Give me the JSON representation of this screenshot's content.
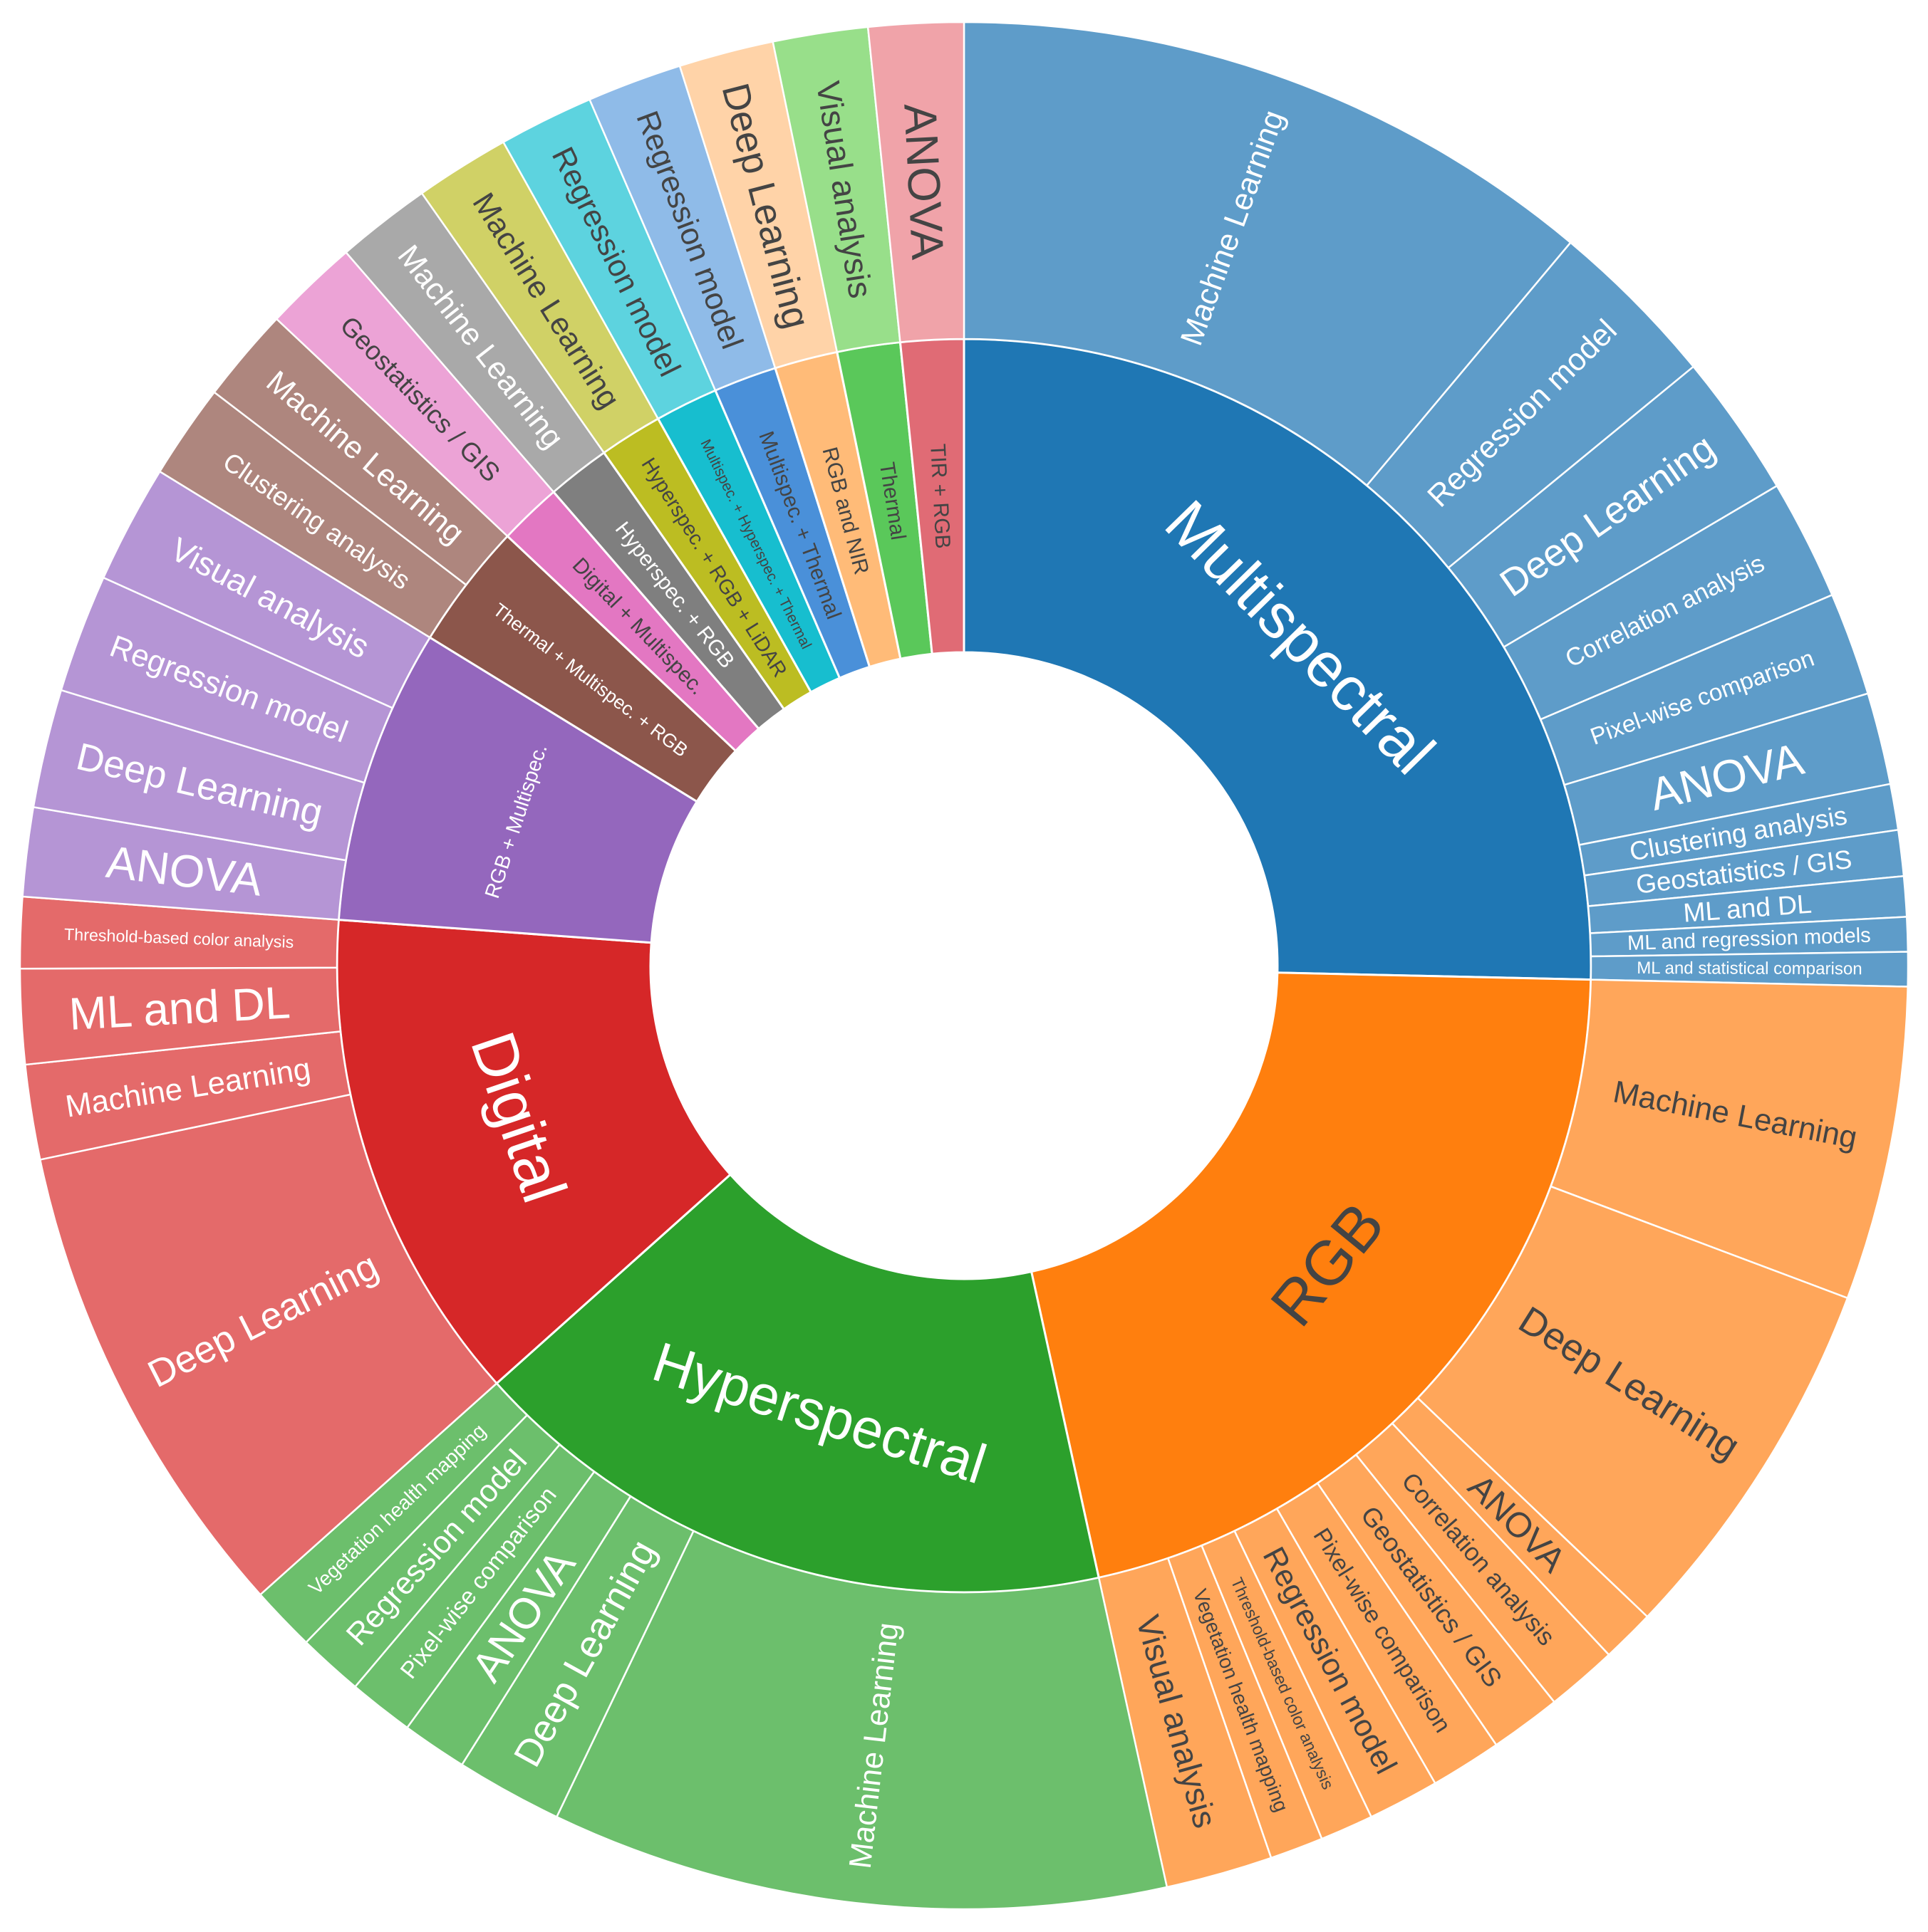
{
  "chart_data": {
    "type": "sunburst",
    "title": "",
    "sensors": [
      {
        "name": "Multispectral",
        "color": "#1f77b4",
        "leaf_color": "#5e9cc9",
        "text": "#ffffff",
        "value": 25.0,
        "children": [
          {
            "name": "Machine Learning",
            "value": 11.3
          },
          {
            "name": "Regression model",
            "value": 3.0
          },
          {
            "name": "Deep Learning",
            "value": 2.5
          },
          {
            "name": "Correlation analysis",
            "value": 2.1
          },
          {
            "name": "Pixel-wise comparison",
            "value": 1.8
          },
          {
            "name": "ANOVA",
            "value": 1.6
          },
          {
            "name": "Clustering analysis",
            "value": 0.8
          },
          {
            "name": "Geostatistics / GIS",
            "value": 0.8
          },
          {
            "name": "ML and DL",
            "value": 0.7
          },
          {
            "name": "ML and regression models",
            "value": 0.6
          },
          {
            "name": "ML and statistical comparison",
            "value": 0.6
          }
        ]
      },
      {
        "name": "RGB",
        "color": "#ff7f0e",
        "leaf_color": "#ffa65a",
        "text": "#444444",
        "value": 20.9,
        "children": [
          {
            "name": "Machine Learning",
            "value": 5.3
          },
          {
            "name": "Deep Learning",
            "value": 6.3
          },
          {
            "name": "ANOVA",
            "value": 0.9
          },
          {
            "name": "Correlation analysis",
            "value": 1.2
          },
          {
            "name": "Geostatistics / GIS",
            "value": 1.2
          },
          {
            "name": "Pixel-wise comparison",
            "value": 1.2
          },
          {
            "name": "Regression model",
            "value": 1.2
          },
          {
            "name": "Threshold-based color analysis",
            "value": 0.9
          },
          {
            "name": "Vegetation health mapping",
            "value": 0.9
          },
          {
            "name": "Visual analysis",
            "value": 1.8
          }
        ]
      },
      {
        "name": "Hyperspectral",
        "color": "#2ca02c",
        "leaf_color": "#6cbf6c",
        "text": "#ffffff",
        "value": 16.6,
        "children": [
          {
            "name": "Machine Learning",
            "value": 10.4
          },
          {
            "name": "Deep Learning",
            "value": 1.8
          },
          {
            "name": "ANOVA",
            "value": 1.1
          },
          {
            "name": "Pixel-wise comparison",
            "value": 1.1
          },
          {
            "name": "Regression model",
            "value": 1.1
          },
          {
            "name": "Vegetation health mapping",
            "value": 1.1
          }
        ]
      },
      {
        "name": "Digital",
        "color": "#d62728",
        "leaf_color": "#e46a6a",
        "text": "#ffffff",
        "value": 12.6,
        "children": [
          {
            "name": "Deep Learning",
            "value": 8.2
          },
          {
            "name": "Machine Learning",
            "value": 1.6
          },
          {
            "name": "ML and DL",
            "value": 1.6
          },
          {
            "name": "Threshold-based color analysis",
            "value": 1.2
          }
        ]
      },
      {
        "name": "RGB + Multispec.",
        "color": "#9467bd",
        "leaf_color": "#b595d5",
        "text": "#ffffff",
        "value": 7.5,
        "children": [
          {
            "name": "ANOVA",
            "value": 1.5
          },
          {
            "name": "Deep Learning",
            "value": 2.0
          },
          {
            "name": "Regression model",
            "value": 2.0
          },
          {
            "name": "Visual analysis",
            "value": 2.0
          }
        ]
      },
      {
        "name": "Thermal + Multispec. + RGB",
        "color": "#8c564b",
        "leaf_color": "#ae867e",
        "text": "#ffffff",
        "value": 3.2,
        "children": [
          {
            "name": "Clustering analysis",
            "value": 1.6
          },
          {
            "name": "Machine Learning",
            "value": 1.6
          }
        ]
      },
      {
        "name": "Digital + Multispec.",
        "color": "#e377c2",
        "leaf_color": "#eca3d6",
        "text": "#444444",
        "value": 1.6,
        "children": [
          {
            "name": "Geostatistics / GIS",
            "value": 1.6
          }
        ]
      },
      {
        "name": "Hyperspec. + RGB",
        "color": "#7f7f7f",
        "leaf_color": "#a9a9a9",
        "text": "#ffffff",
        "value": 1.6,
        "children": [
          {
            "name": "Machine Learning",
            "value": 1.6
          }
        ]
      },
      {
        "name": "Hyperspec. + RGB + LiDAR",
        "color": "#bcbd22",
        "leaf_color": "#d0d166",
        "text": "#444444",
        "value": 1.6,
        "children": [
          {
            "name": "Machine Learning",
            "value": 1.6
          }
        ]
      },
      {
        "name": "Multispec. + Hyperspec. + Thermal",
        "color": "#17becf",
        "leaf_color": "#5dd3df",
        "text": "#444444",
        "value": 1.6,
        "children": [
          {
            "name": "Regression model",
            "value": 1.6
          }
        ]
      },
      {
        "name": "Multispec. + Thermal",
        "color": "#4a90d9",
        "leaf_color": "#8fbbe8",
        "text": "#444444",
        "value": 1.6,
        "children": [
          {
            "name": "Regression model",
            "value": 1.6
          }
        ]
      },
      {
        "name": "RGB and NIR",
        "color": "#ffbb78",
        "leaf_color": "#ffd3a8",
        "text": "#444444",
        "value": 1.6,
        "children": [
          {
            "name": "Deep Learning",
            "value": 1.6
          }
        ]
      },
      {
        "name": "Thermal",
        "color": "#5ac85a",
        "leaf_color": "#98df8a",
        "text": "#444444",
        "value": 1.6,
        "children": [
          {
            "name": "Visual analysis",
            "value": 1.6
          }
        ]
      },
      {
        "name": "TIR + RGB",
        "color": "#e06b75",
        "leaf_color": "#f0a3a9",
        "text": "#444444",
        "value": 1.6,
        "children": [
          {
            "name": "ANOVA",
            "value": 1.6
          }
        ]
      }
    ]
  }
}
